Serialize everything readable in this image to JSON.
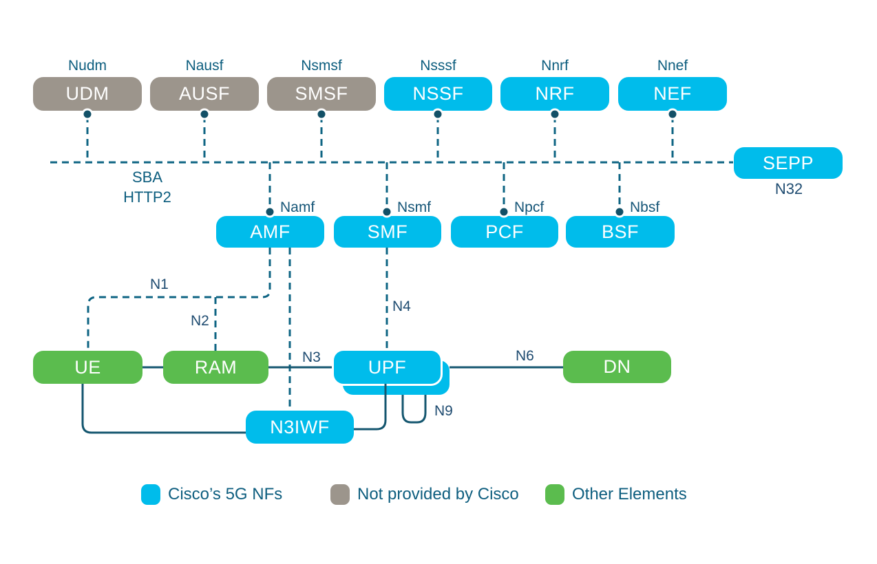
{
  "nodes": {
    "udm": {
      "label": "UDM",
      "ref": "Nudm"
    },
    "ausf": {
      "label": "AUSF",
      "ref": "Nausf"
    },
    "smsf": {
      "label": "SMSF",
      "ref": "Nsmsf"
    },
    "nssf": {
      "label": "NSSF",
      "ref": "Nsssf"
    },
    "nrf": {
      "label": "NRF",
      "ref": "Nnrf"
    },
    "nef": {
      "label": "NEF",
      "ref": "Nnef"
    },
    "sepp": {
      "label": "SEPP"
    },
    "amf": {
      "label": "AMF",
      "ref": "Namf"
    },
    "smf": {
      "label": "SMF",
      "ref": "Nsmf"
    },
    "pcf": {
      "label": "PCF",
      "ref": "Npcf"
    },
    "bsf": {
      "label": "BSF",
      "ref": "Nbsf"
    },
    "ue": {
      "label": "UE"
    },
    "ram": {
      "label": "RAM"
    },
    "upf": {
      "label": "UPF"
    },
    "dn": {
      "label": "DN"
    },
    "n3iwf": {
      "label": "N3IWF"
    }
  },
  "bus": {
    "label_line1": "SBA",
    "label_line2": "HTTP2"
  },
  "interfaces": {
    "n32": "N32",
    "n1": "N1",
    "n2": "N2",
    "n3": "N3",
    "n4": "N4",
    "n6": "N6",
    "n9": "N9"
  },
  "legend": [
    {
      "label": "Cisco’s 5G NFs",
      "color": "#00BCEB"
    },
    {
      "label": "Not provided by Cisco",
      "color": "#9C958C"
    },
    {
      "label": "Other Elements",
      "color": "#5BBC4E"
    }
  ],
  "colors": {
    "cisco_cyan": "#00BCEB",
    "not_cisco_gray": "#9C958C",
    "other_green": "#5BBC4E",
    "solid_line": "#14566F",
    "dashed_line": "#0E6483",
    "ref_label": "#0C5D7E",
    "interface_label": "#1E4B70",
    "legend_text": "#0E5E7F"
  }
}
